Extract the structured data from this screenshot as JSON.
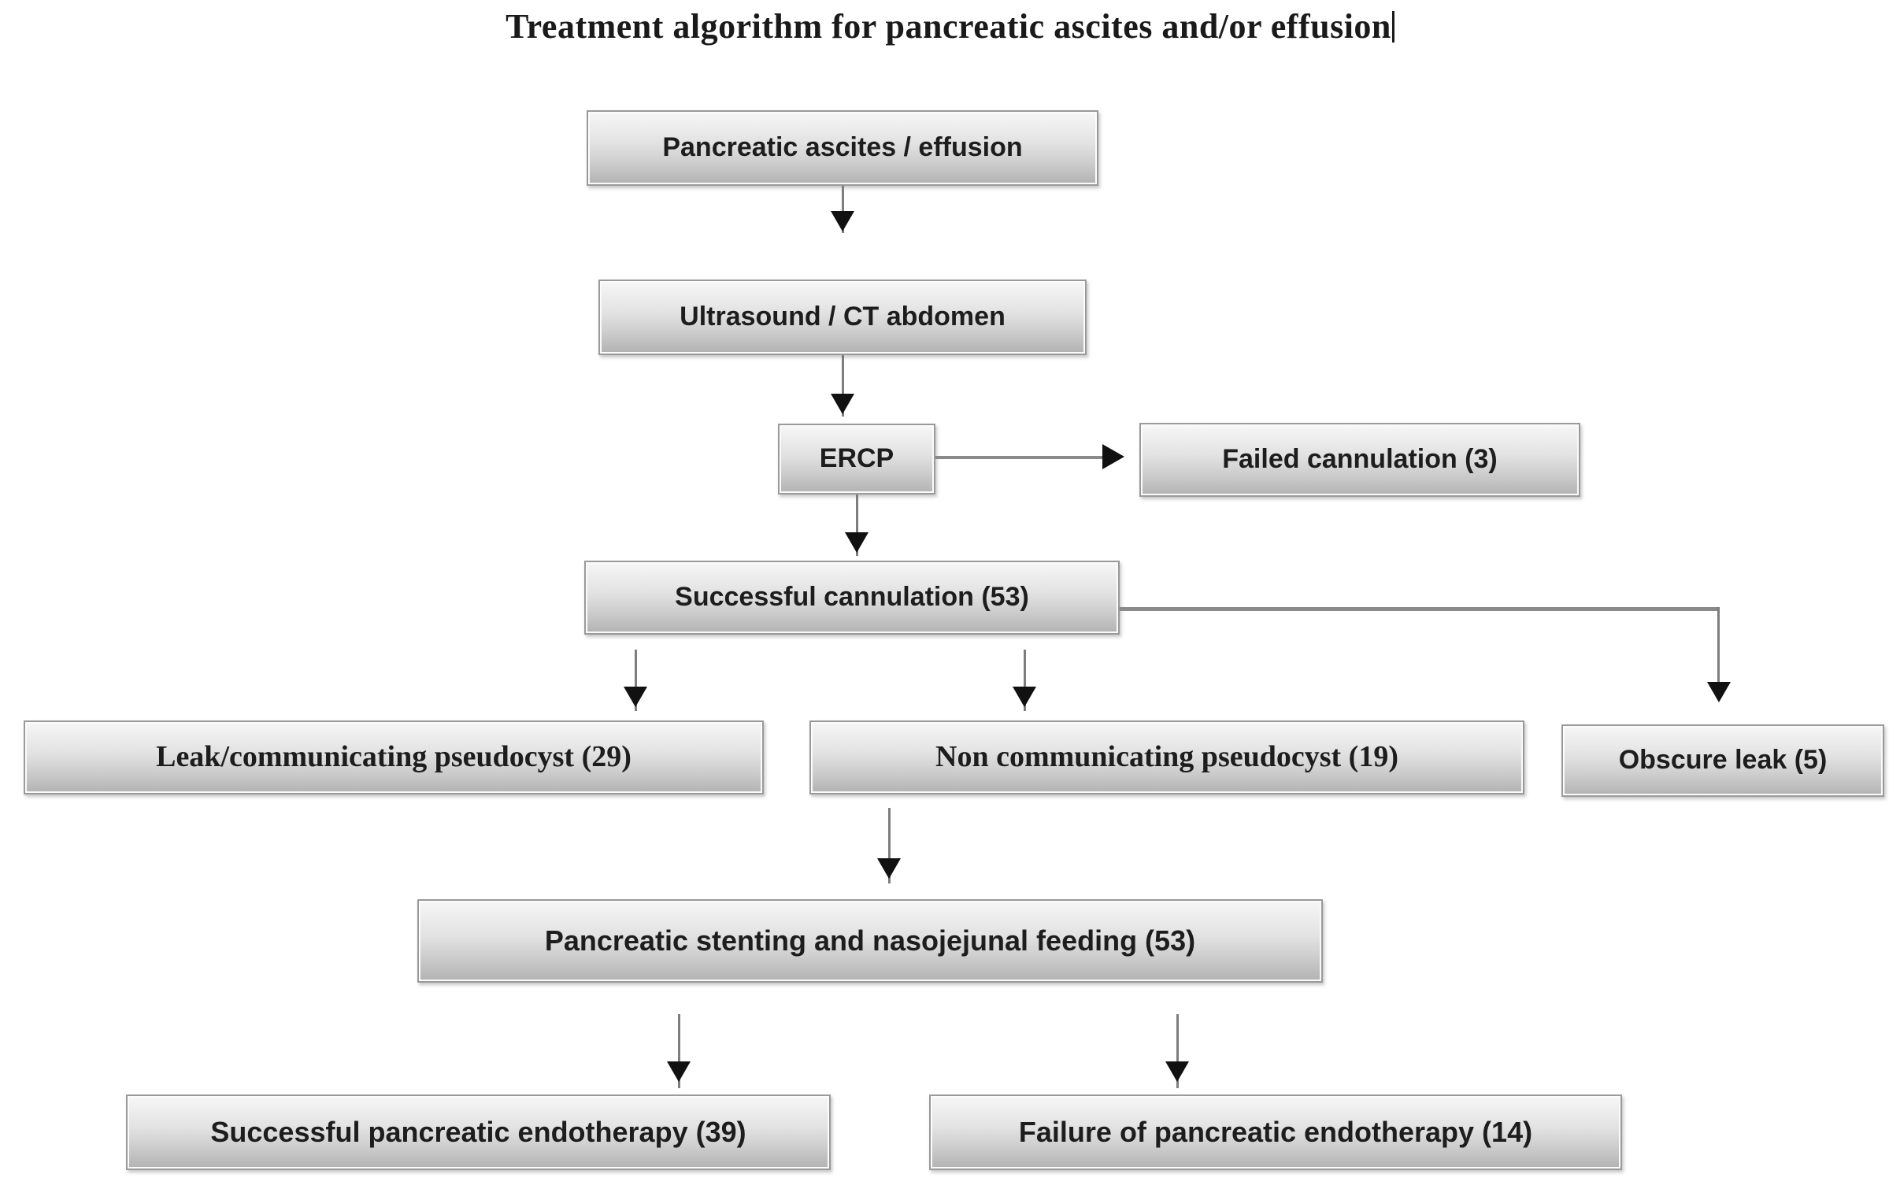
{
  "title": "Treatment algorithm for pancreatic ascites and/or effusion",
  "chart_data": {
    "type": "diagram",
    "diagram_kind": "flowchart",
    "title": "Treatment algorithm for pancreatic ascites and/or effusion",
    "orientation": "top-to-bottom",
    "nodes": [
      {
        "id": "n1",
        "label": "Pancreatic ascites / effusion",
        "count": null
      },
      {
        "id": "n2",
        "label": "Ultrasound / CT abdomen",
        "count": null
      },
      {
        "id": "n3",
        "label": "ERCP",
        "count": null
      },
      {
        "id": "n4",
        "label": "Failed cannulation (3)",
        "count": 3
      },
      {
        "id": "n5",
        "label": "Successful cannulation (53)",
        "count": 53
      },
      {
        "id": "n6",
        "label": "Leak/communicating pseudocyst (29)",
        "count": 29
      },
      {
        "id": "n7",
        "label": "Non communicating pseudocyst (19)",
        "count": 19
      },
      {
        "id": "n8",
        "label": "Obscure leak (5)",
        "count": 5
      },
      {
        "id": "n9",
        "label": "Pancreatic stenting and nasojejunal feeding (53)",
        "count": 53
      },
      {
        "id": "n10",
        "label": "Successful pancreatic endotherapy (39)",
        "count": 39
      },
      {
        "id": "n11",
        "label": "Failure of pancreatic endotherapy (14)",
        "count": 14
      }
    ],
    "edges": [
      {
        "from": "n1",
        "to": "n2",
        "direction": "down"
      },
      {
        "from": "n2",
        "to": "n3",
        "direction": "down"
      },
      {
        "from": "n3",
        "to": "n4",
        "direction": "right"
      },
      {
        "from": "n3",
        "to": "n5",
        "direction": "down"
      },
      {
        "from": "n5",
        "to": "n6",
        "direction": "down"
      },
      {
        "from": "n5",
        "to": "n7",
        "direction": "down"
      },
      {
        "from": "n5",
        "to": "n8",
        "direction": "elbow-right-down"
      },
      {
        "from": "n7",
        "to": "n9",
        "direction": "down"
      },
      {
        "from": "n9",
        "to": "n10",
        "direction": "down"
      },
      {
        "from": "n9",
        "to": "n11",
        "direction": "down"
      }
    ],
    "colors": {
      "node_fill_top": "#f7f7f7",
      "node_fill_bottom": "#b2b2b2",
      "node_border": "#9a9a9a",
      "connector": "#8a8a8a",
      "arrow_head": "#111111",
      "text": "#1d1d1d",
      "background": "#ffffff"
    }
  }
}
